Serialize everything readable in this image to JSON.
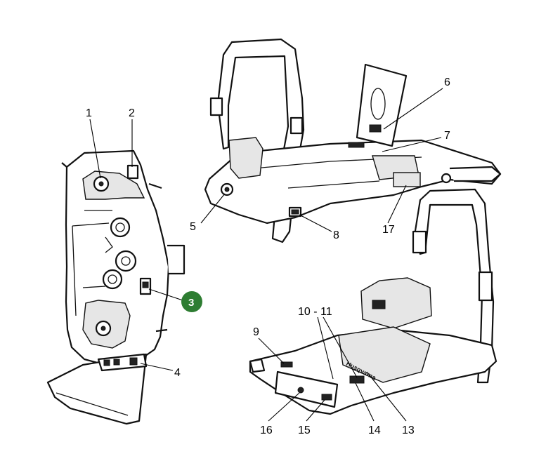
{
  "callouts": {
    "c1": "1",
    "c2": "2",
    "c3": "3",
    "c4": "4",
    "c5": "5",
    "c6": "6",
    "c7": "7",
    "c8": "8",
    "c9": "9",
    "c10_11": "10 - 11",
    "c13": "13",
    "c14": "14",
    "c15": "15",
    "c16": "16",
    "c17": "17"
  },
  "badge_color": "#2e7d32",
  "decal_brand_text": "Husqvarna"
}
